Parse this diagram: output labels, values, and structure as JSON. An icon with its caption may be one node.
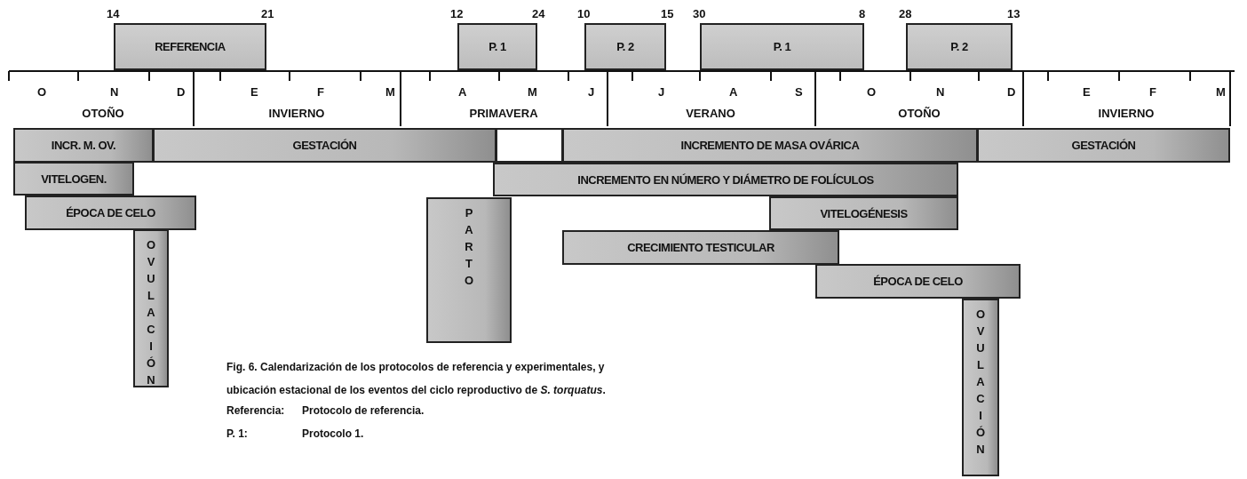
{
  "diagram": {
    "caption": "Fig. 6. Calendarización de los protocolos de referencia y experimentales, y ubicación estacional de los eventos del ciclo reproductivo de *S. torquatus*.",
    "nodes": [
      {
        "text": [
          "REFERENCIA"
        ],
        "beside": [
          "14",
          "21"
        ]
      },
      {
        "text": [
          "P. 1"
        ],
        "beside": [
          "12",
          "24"
        ]
      },
      {
        "text": [
          "P. 2"
        ],
        "beside": [
          "10",
          "15"
        ]
      },
      {
        "text": [
          "P. 1"
        ],
        "beside": [
          "30",
          "8"
        ]
      },
      {
        "text": [
          "P. 2"
        ],
        "beside": [
          "28",
          "13"
        ]
      },
      {
        "text": [
          "INCR. M. OV."
        ]
      },
      {
        "text": [
          "GESTACIÓN"
        ]
      },
      {
        "text": [],
        "shape": "box"
      },
      {
        "text": [
          "INCREMENTO DE MASA OVÁRICA"
        ]
      },
      {
        "text": [
          "GESTACIÓN"
        ]
      },
      {
        "text": [
          "VITELOGEN."
        ]
      },
      {
        "text": [
          "INCREMENTO EN NÚMERO Y DIÁMETRO DE FOLÍCULOS"
        ]
      },
      {
        "text": [
          "ÉPOCA DE CELO"
        ]
      },
      {
        "text": [
          "PARTO"
        ]
      },
      {
        "text": [
          "VITELOGÉNESIS"
        ]
      },
      {
        "text": [
          "OVULACIÓN"
        ]
      },
      {
        "text": [
          "CRECIMIENTO TESTICULAR"
        ]
      },
      {
        "text": [
          "ÉPOCA DE CELO"
        ]
      },
      {
        "text": [
          "OVULACIÓN"
        ]
      }
    ],
    "edges": [],
    "labels": [
      "O",
      "N",
      "D",
      "E",
      "F",
      "M",
      "A",
      "M",
      "J",
      "J",
      "A",
      "S",
      "O",
      "N",
      "D",
      "E",
      "F",
      "M",
      "OTOÑO",
      "INVIERNO",
      "PRIMAVERA",
      "VERANO",
      "OTOÑO",
      "INVIERNO",
      "Referencia:",
      "Protocolo de referencia.",
      "P. 1:",
      "Protocolo 1."
    ]
  }
}
